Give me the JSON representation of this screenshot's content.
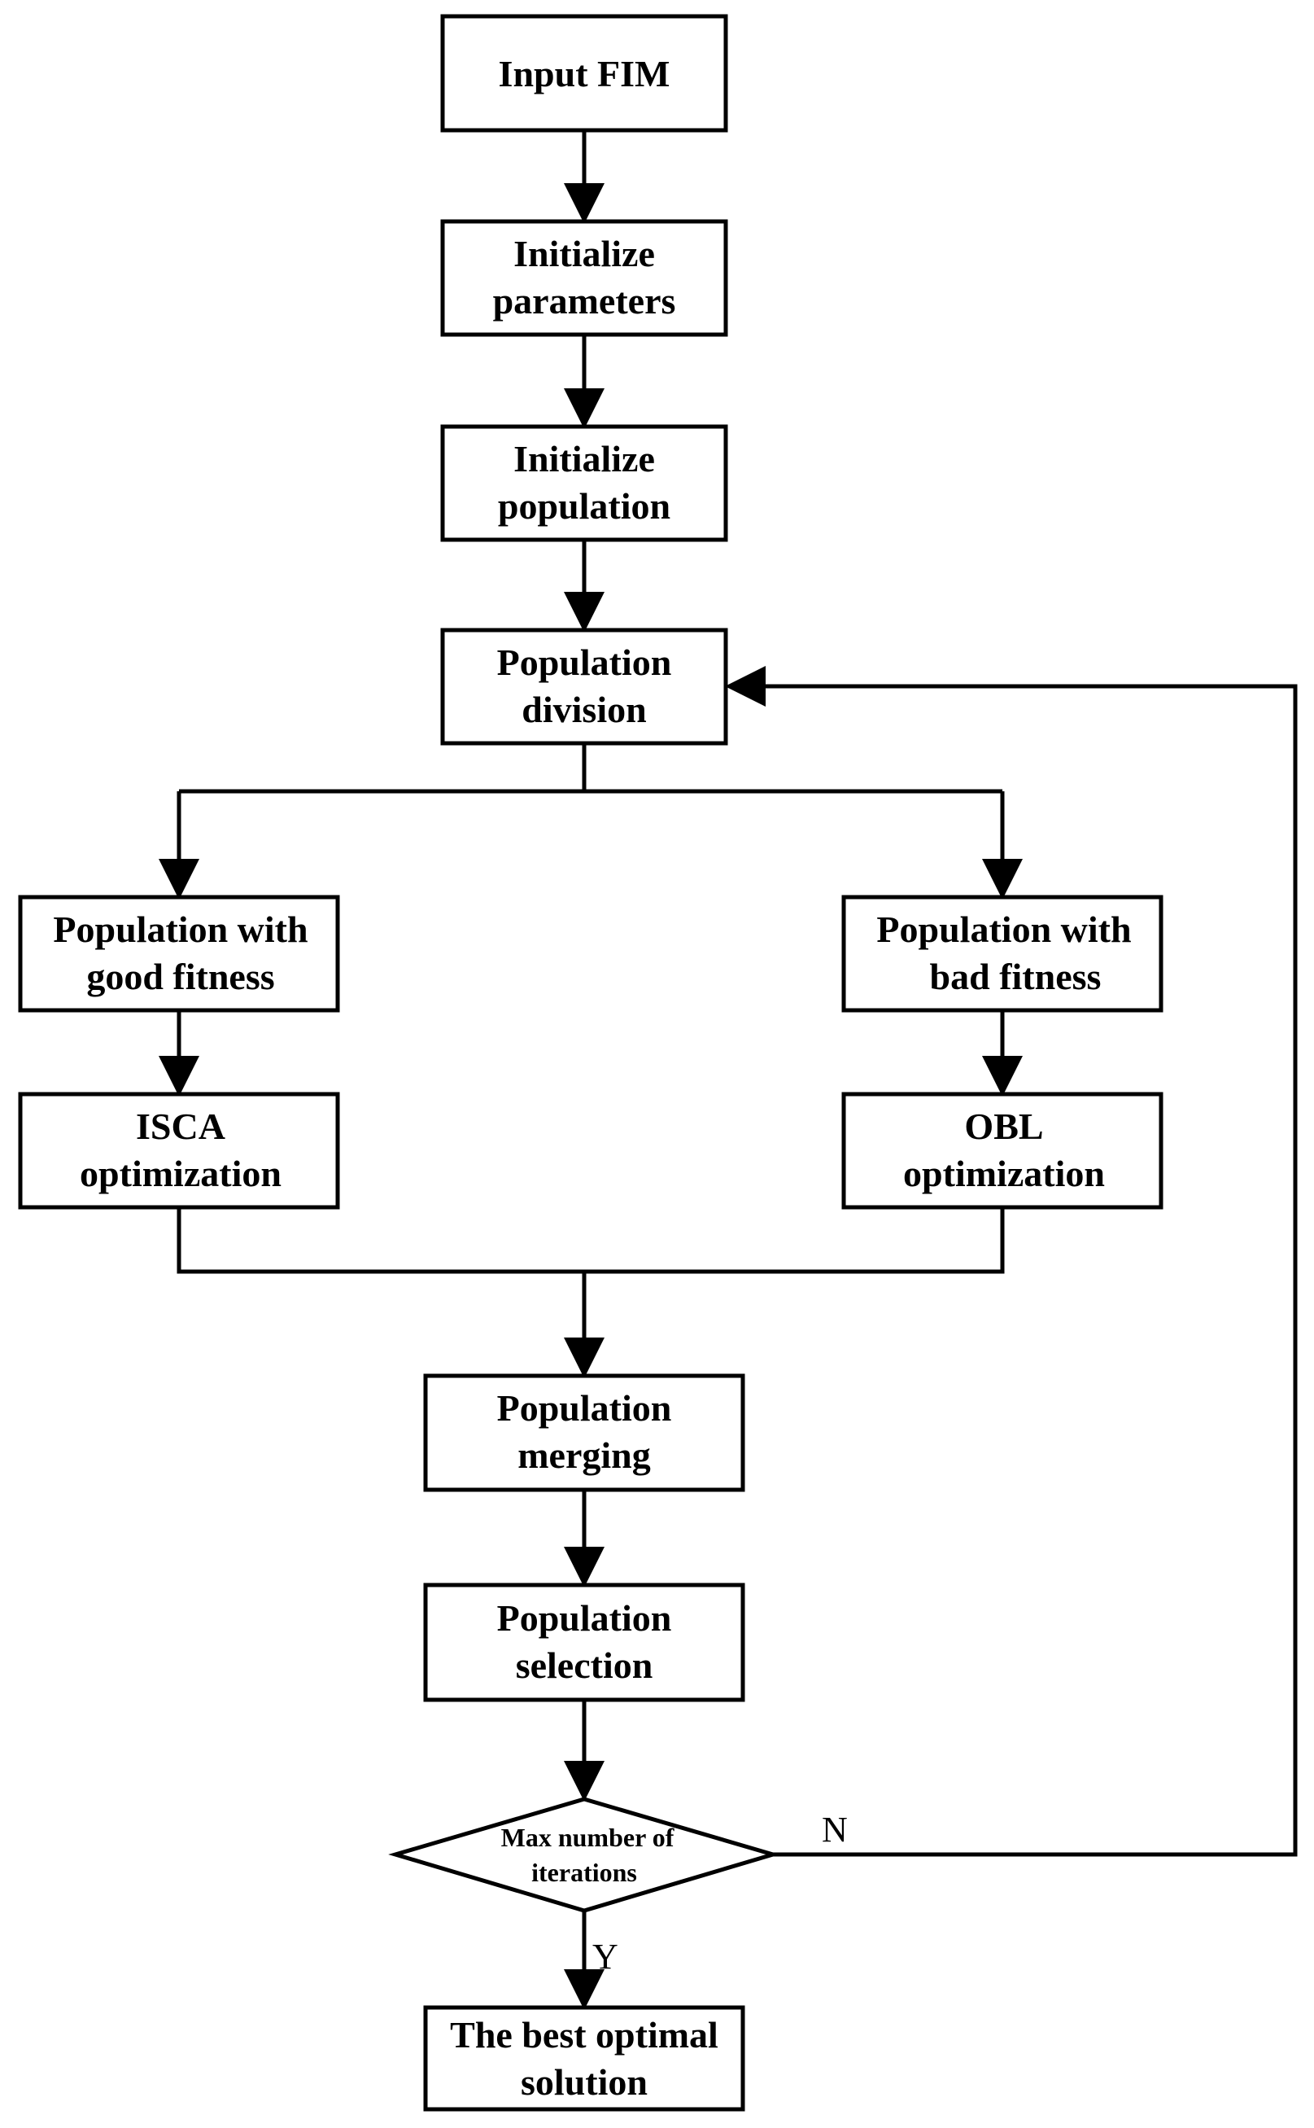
{
  "nodes": {
    "input_fim": {
      "lines": [
        "Input FIM"
      ]
    },
    "init_params": {
      "lines": [
        "Initialize",
        "parameters"
      ]
    },
    "init_population": {
      "lines": [
        "Initialize",
        "population"
      ]
    },
    "population_division": {
      "lines": [
        "Population",
        "division"
      ]
    },
    "good_fitness": {
      "lines": [
        "Population with",
        "good fitness"
      ]
    },
    "bad_fitness": {
      "lines": [
        "Population with",
        "bad fitness"
      ]
    },
    "isca": {
      "lines": [
        "ISCA",
        "optimization"
      ]
    },
    "obl": {
      "lines": [
        "OBL",
        "optimization"
      ]
    },
    "merging": {
      "lines": [
        "Population",
        "merging"
      ]
    },
    "selection": {
      "lines": [
        "Population",
        "selection"
      ]
    },
    "decision": {
      "lines": [
        "Max number of",
        "iterations"
      ]
    },
    "best_solution": {
      "lines": [
        "The best optimal",
        "solution"
      ]
    }
  },
  "edges": {
    "no_label": "N",
    "yes_label": "Y"
  },
  "colors": {
    "stroke": "#000000",
    "fill": "#ffffff"
  }
}
